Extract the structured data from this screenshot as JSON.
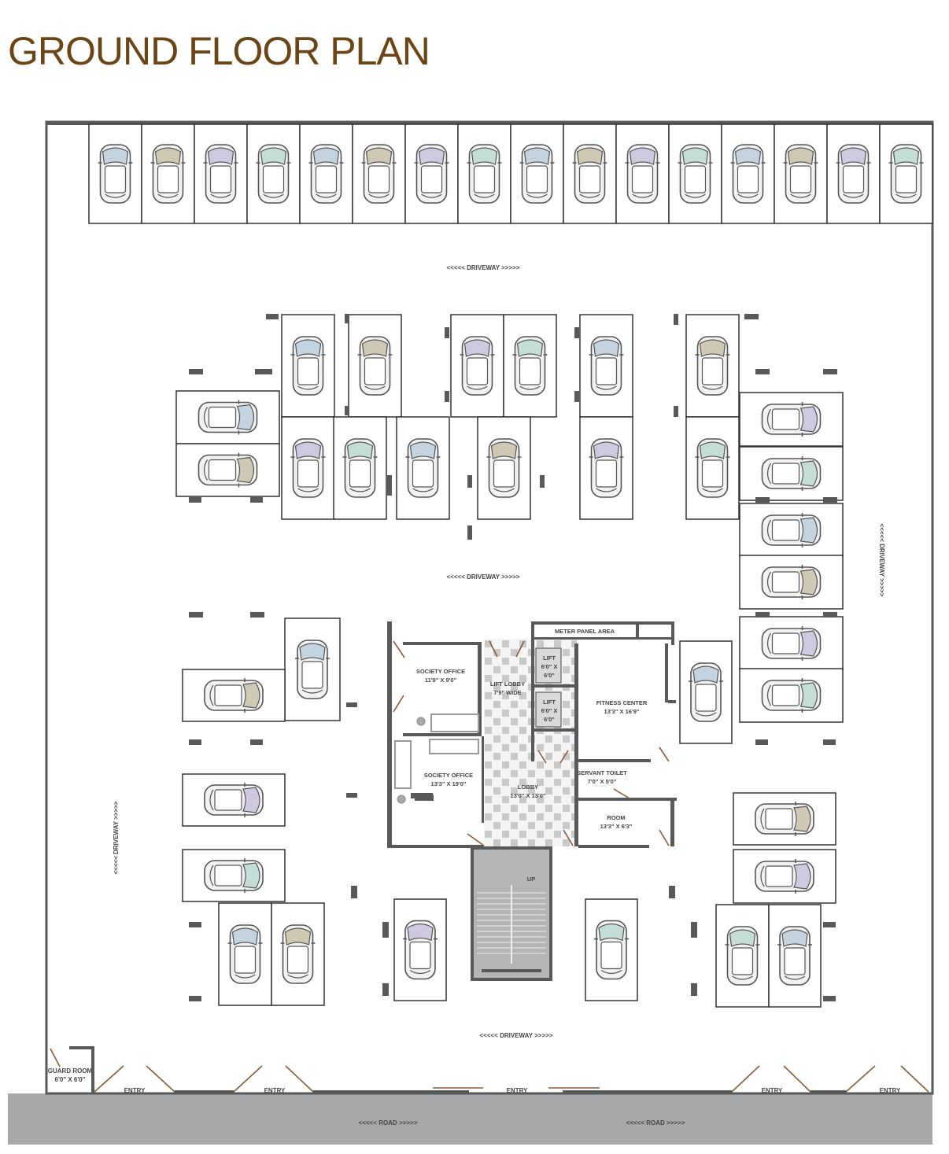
{
  "title": "GROUND FLOOR PLAN",
  "labels": {
    "driveway": "<<<<< DRIVEWAY >>>>>",
    "road": "<<<<< ROAD >>>>>",
    "entry": "ENTRY",
    "up": "UP"
  },
  "rooms": {
    "society_office_1": {
      "name": "SOCIETY OFFICE",
      "size": "11'9\" X 9'0\""
    },
    "society_office_2": {
      "name": "SOCIETY OFFICE",
      "size": "13'3\" X 19'0\""
    },
    "lift_lobby": {
      "name": "LIFT LOBBY",
      "size": "7'9\" WIDE"
    },
    "lift_1": {
      "name": "LIFT",
      "size1": "6'0\" X",
      "size2": "6'0\""
    },
    "lift_2": {
      "name": "LIFT",
      "size1": "6'0\" X",
      "size2": "6'0\""
    },
    "meter_panel": {
      "name": "METER PANEL AREA"
    },
    "fitness_center": {
      "name": "FITNESS CENTER",
      "size": "13'3\" X 16'9\""
    },
    "servant_toilet": {
      "name": "SERVANT TOILET",
      "size": "7'0\" X 5'0\""
    },
    "lobby": {
      "name": "LOBBY",
      "size": "13'0\" X 13'0\""
    },
    "room": {
      "name": "ROOM",
      "size": "13'3\" X 6'3\""
    },
    "guard_room": {
      "name": "GUARD ROOM",
      "size": "6'0\" X 6'0\""
    }
  },
  "colors": {
    "title": "#6b4515",
    "wall": "#58595b",
    "road": "#a7a8aa",
    "car_tints": [
      "#cfc8b4",
      "#c3d3e0",
      "#c4ddd6",
      "#cfc9e0"
    ]
  }
}
